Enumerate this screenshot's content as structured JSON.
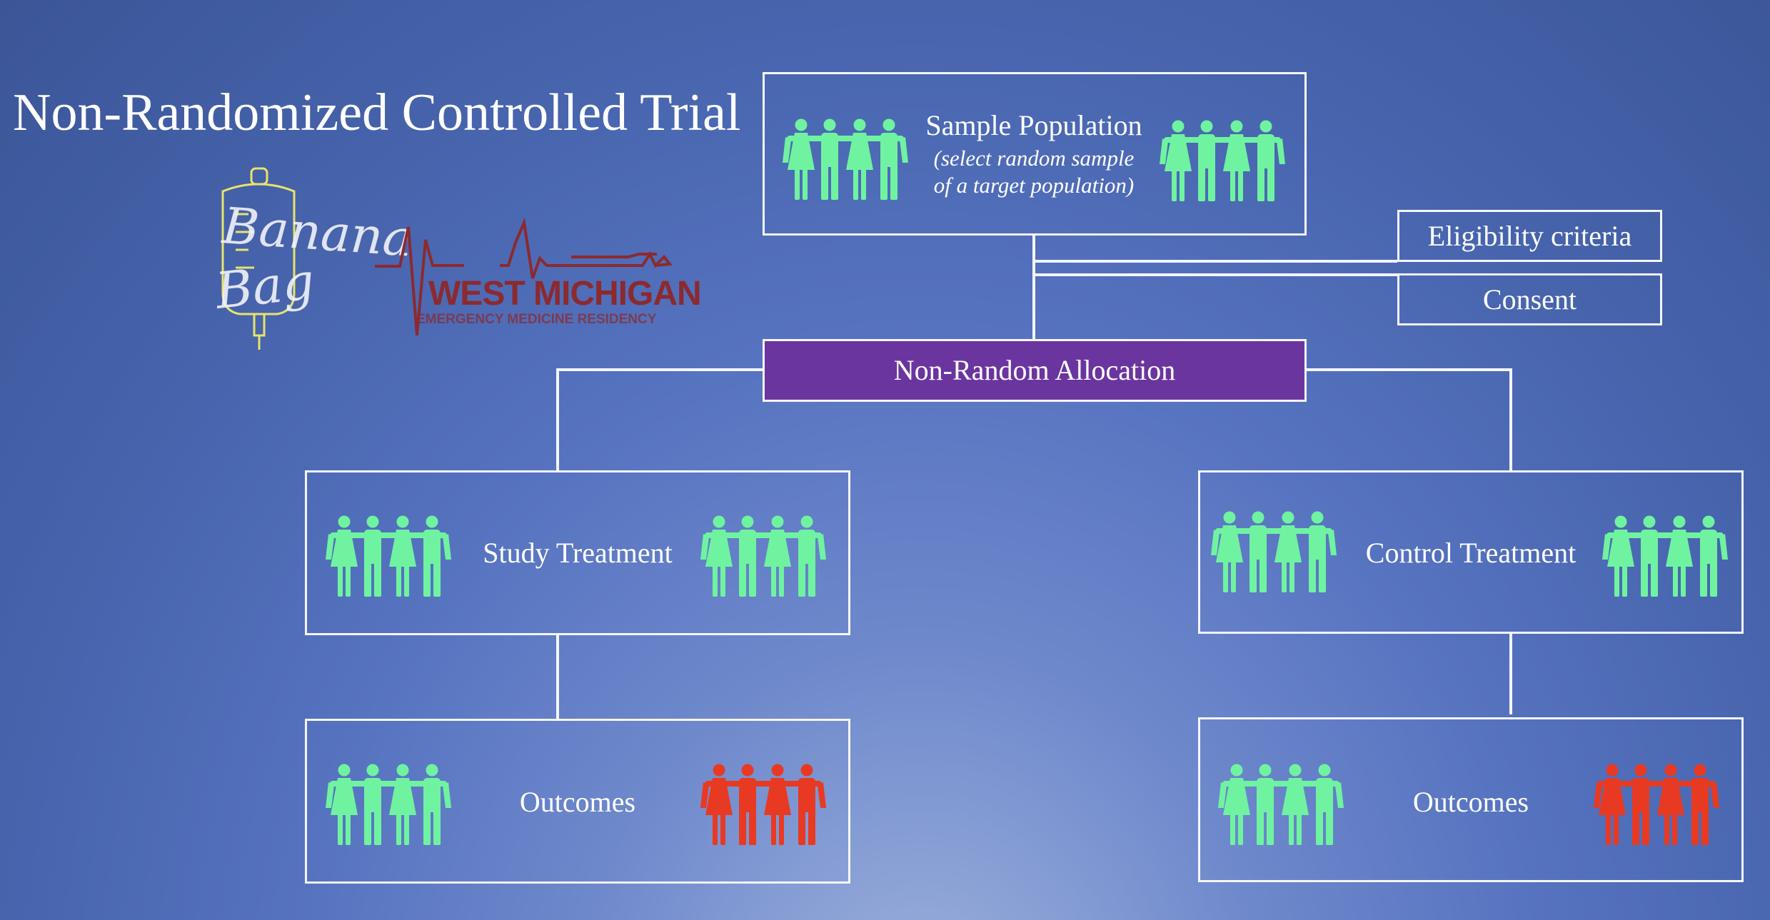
{
  "title": "Non-Randomized Controlled Trial",
  "logos": {
    "banana_bag": "Banana Bag",
    "west_michigan_main": "WEST MICHIGAN",
    "west_michigan_sub": "EMERGENCY MEDICINE RESIDENCY"
  },
  "nodes": {
    "sample_population": {
      "label": "Sample Population",
      "note_line1": "(select random sample",
      "note_line2": "of a target population)"
    },
    "eligibility": {
      "label": "Eligibility criteria"
    },
    "consent": {
      "label": "Consent"
    },
    "allocation": {
      "label": "Non-Random Allocation"
    },
    "study_treatment": {
      "label": "Study Treatment"
    },
    "control_treatment": {
      "label": "Control Treatment"
    },
    "study_outcomes": {
      "label": "Outcomes"
    },
    "control_outcomes": {
      "label": "Outcomes"
    }
  },
  "colors": {
    "people_green": "#6ff3a0",
    "people_red": "#e83a22",
    "allocation_fill": "#6b359f",
    "box_border": "#f4f6fb",
    "logo_yellow": "#e7e46a",
    "logo_red": "#8b2a2f"
  },
  "icons": {
    "people_group": "people-group-icon",
    "banana_bag": "iv-bag-icon",
    "heartbeat": "ecg-line-icon"
  }
}
